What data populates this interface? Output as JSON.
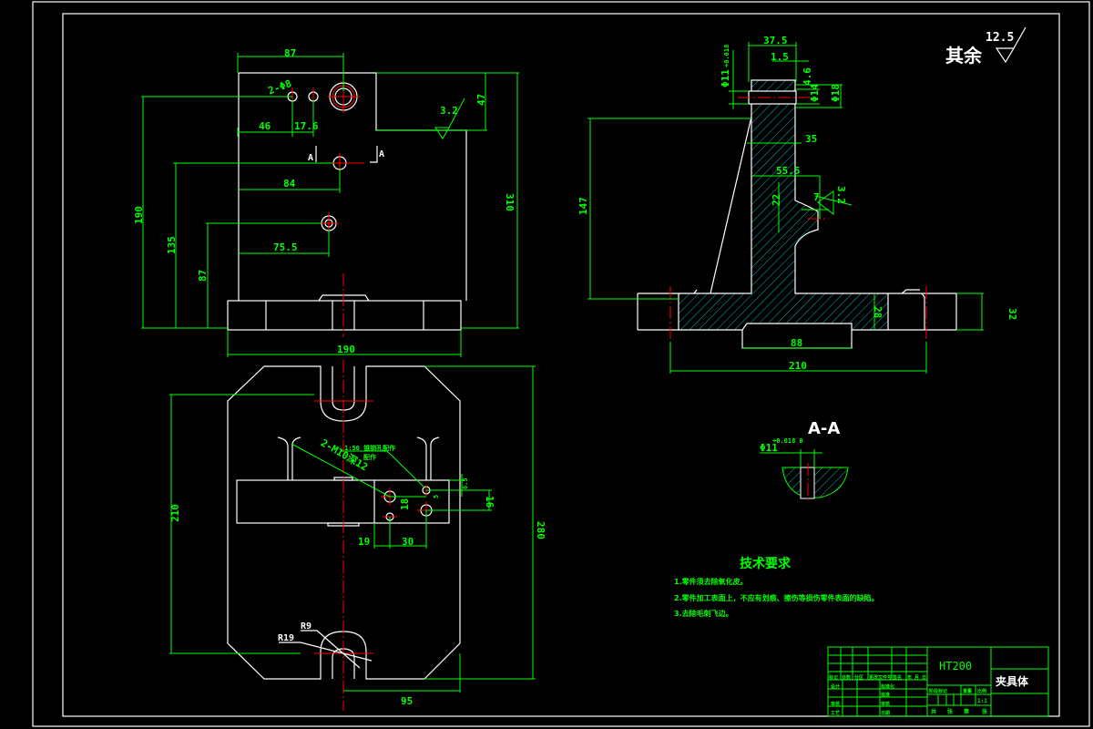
{
  "drawing": {
    "part_name": "夹具体",
    "material": "HT200",
    "surface_note": {
      "prefix": "其余",
      "roughness": "12.5"
    }
  },
  "front_view": {
    "dims": {
      "top_width": "87",
      "hole_label": "2-Φ8",
      "d46": "46",
      "d17_6": "17.6",
      "roughness": "3.2",
      "d47": "47",
      "d84": "84",
      "d75_5": "75.5",
      "height_190": "190",
      "height_135": "135",
      "height_87": "87",
      "height_310": "310",
      "base_190": "190"
    },
    "section_marks": [
      "A",
      "A"
    ]
  },
  "side_view": {
    "dims": {
      "d37_5": "37.5",
      "d1_5": "1.5",
      "phi11": "Φ11",
      "phi11_tol": "+0.018",
      "d4_6": "4.6",
      "phi14": "Φ14",
      "phi18": "Φ18",
      "d35": "35",
      "d147": "147",
      "d55_5": "55.5",
      "d22": "22",
      "d7": "7",
      "roughness": "3.2",
      "d88": "88",
      "d210": "210",
      "d28": "28",
      "d32": "32"
    }
  },
  "section_aa": {
    "title": "A-A",
    "dim": "Φ11",
    "tol": "+0.018 0"
  },
  "top_view": {
    "dims": {
      "d210": "210",
      "d280": "280",
      "hole_label": "2-M10深12",
      "pin_label": "1:50 锥销孔配作",
      "pin_sub": "配作",
      "d19": "19",
      "d30": "30",
      "d16": "16",
      "d18": "18",
      "d5": "5",
      "d6_5": "6.5",
      "r9": "R9",
      "r19": "R19",
      "d95": "95"
    }
  },
  "tech_requirements": {
    "title": "技术要求",
    "items": [
      "1.零件须去除氧化皮。",
      "2.零件加工表面上，不应有划痕、擦伤等损伤零件表面的缺陷。",
      "3.去除毛刺飞边。"
    ]
  },
  "title_block": {
    "material": "HT200",
    "name": "夹具体",
    "header_cells": [
      "标记",
      "处数",
      "分区",
      "更改文件号",
      "签名",
      "年 月 日"
    ],
    "left_labels": [
      "设计",
      "审核",
      "工艺"
    ],
    "mid_labels": [
      "标准化",
      "批准",
      "审核",
      "日期"
    ],
    "stage_labels": [
      "阶段标记",
      "重量",
      "比例"
    ],
    "scale": "1:1",
    "bottom_labels": [
      "共",
      "张",
      "第",
      "张"
    ]
  }
}
